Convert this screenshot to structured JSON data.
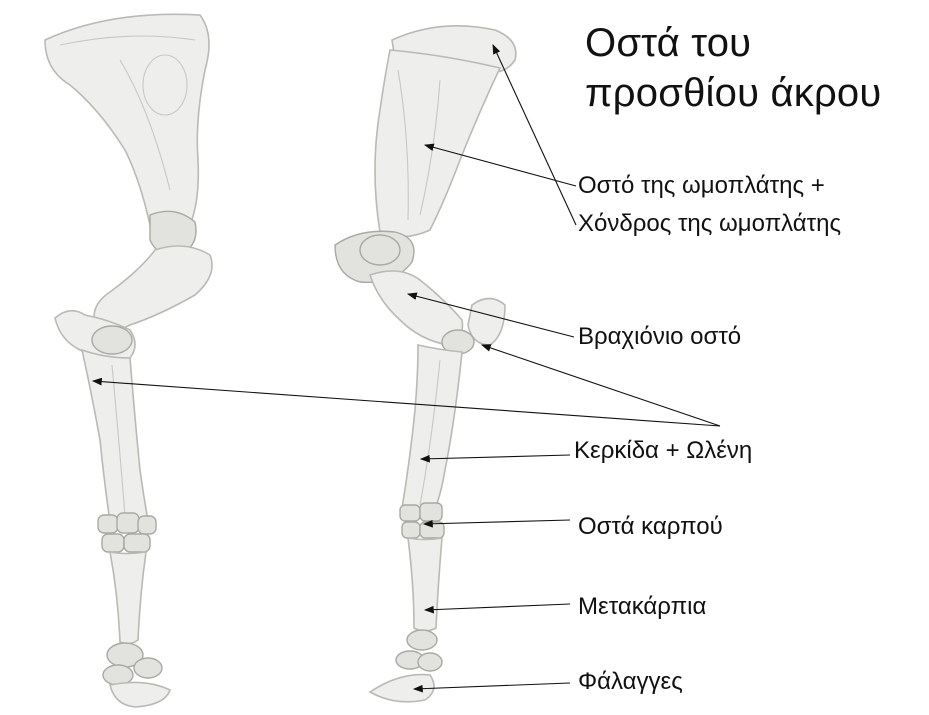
{
  "title": "Οστά του προσθίου άκρου",
  "labels": {
    "scapula_line1": "Οστό της ωμοπλάτης +",
    "scapula_line2": "Χόνδρος της ωμοπλάτης",
    "humerus": "Βραχιόνιο οστό",
    "radius_ulna": "Κερκίδα + Ωλένη",
    "carpus": "Οστά καρπού",
    "metacarpus": "Μετακάρπια",
    "phalanges": "Φάλαγγες"
  },
  "colors": {
    "bone_fill": "#eeeeec",
    "bone_outline": "#b9b9b5",
    "pointer_line": "#111111",
    "text": "#111111"
  }
}
